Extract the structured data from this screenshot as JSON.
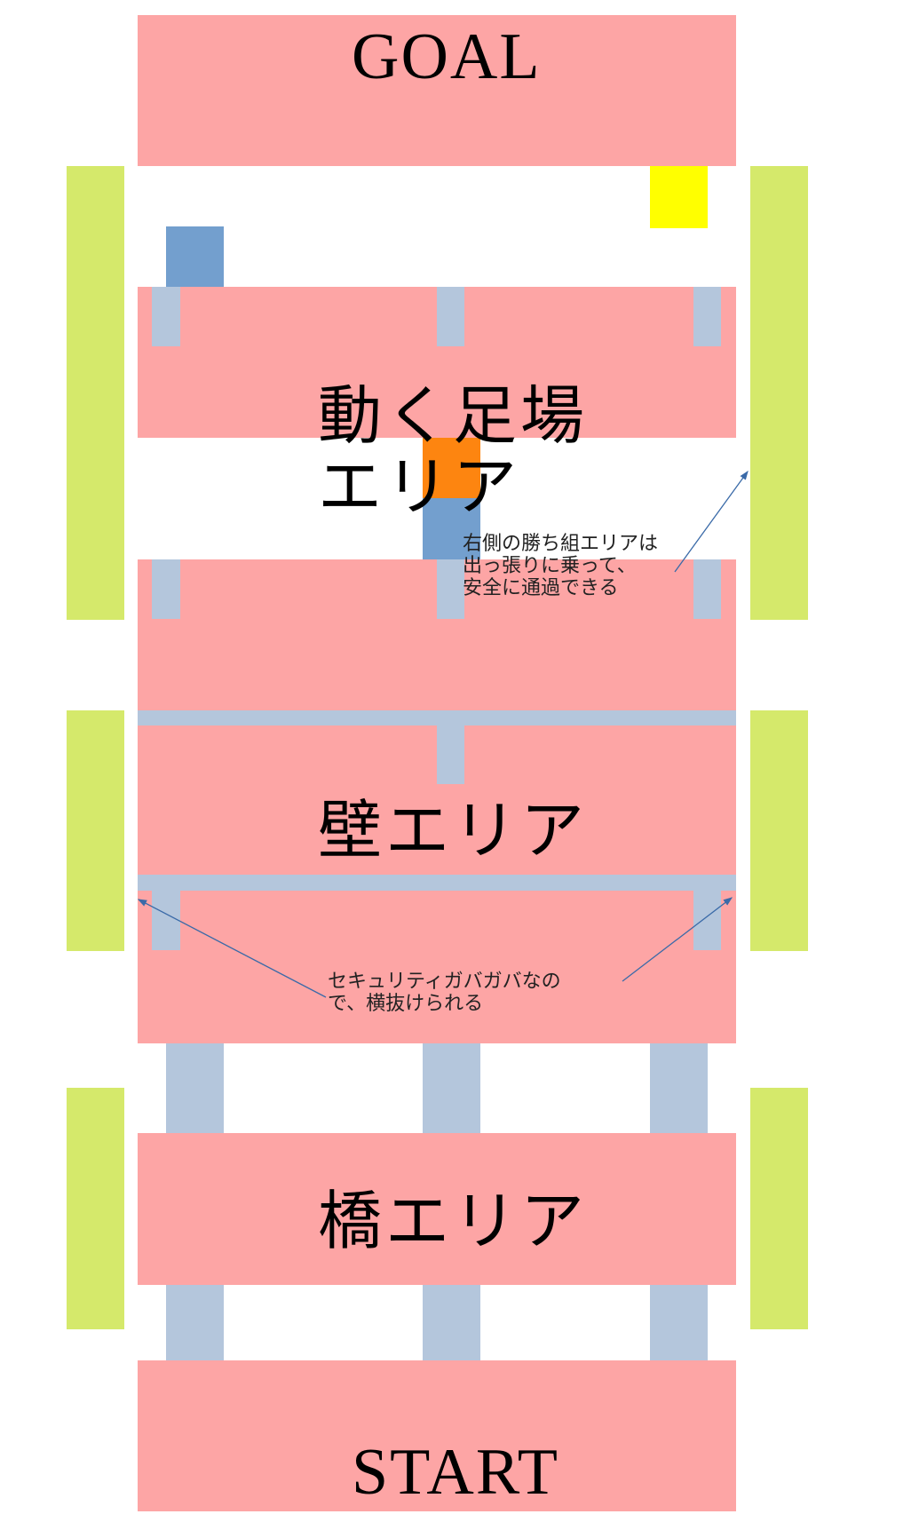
{
  "labels": {
    "goal": "GOAL",
    "start": "START",
    "moving_area_line1": "動く足場",
    "moving_area_line2": "エリア",
    "wall_area": "壁エリア",
    "bridge_area": "橋エリア"
  },
  "notes": {
    "right_winners": [
      "右側の勝ち組エリアは",
      "出っ張りに乗って、",
      "安全に通過できる"
    ],
    "security": [
      "セキュリティガバガバなの",
      "で、横抜けられる"
    ]
  },
  "colors": {
    "platform": "#fda5a5",
    "side_zone": "#d5e96b",
    "support": "#b4c6dc",
    "player": "#739fce",
    "yellow_block": "#ffff00",
    "orange_block": "#fd8510",
    "arrow": "#3a6aa8"
  }
}
